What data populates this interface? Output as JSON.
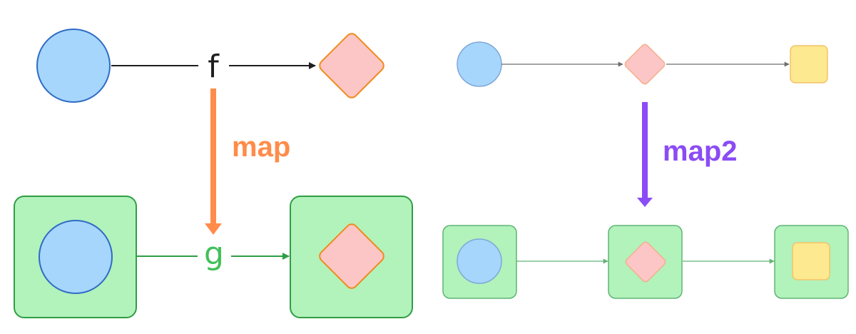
{
  "labels": {
    "f": "f",
    "g": "g",
    "map": "map",
    "map2": "map2"
  },
  "colors": {
    "circle_fill": "#a6d6fb",
    "circle_stroke": "#2f6bc6",
    "diamond_fill": "#fdc6c6",
    "diamond_stroke": "#f08a1c",
    "square_fill": "#fde98f",
    "square_stroke": "#f4b942",
    "container_fill": "#b2f2bb",
    "container_stroke": "#2f9e44",
    "map_arrow": "#ff8c4a",
    "map2_arrow": "#8b4cf5",
    "g_label": "#40c057",
    "f_label": "#1e1e1e"
  },
  "shapes": {
    "circle": "circle",
    "diamond": "diamond",
    "square": "rounded-square",
    "container": "rounded-square-container"
  }
}
